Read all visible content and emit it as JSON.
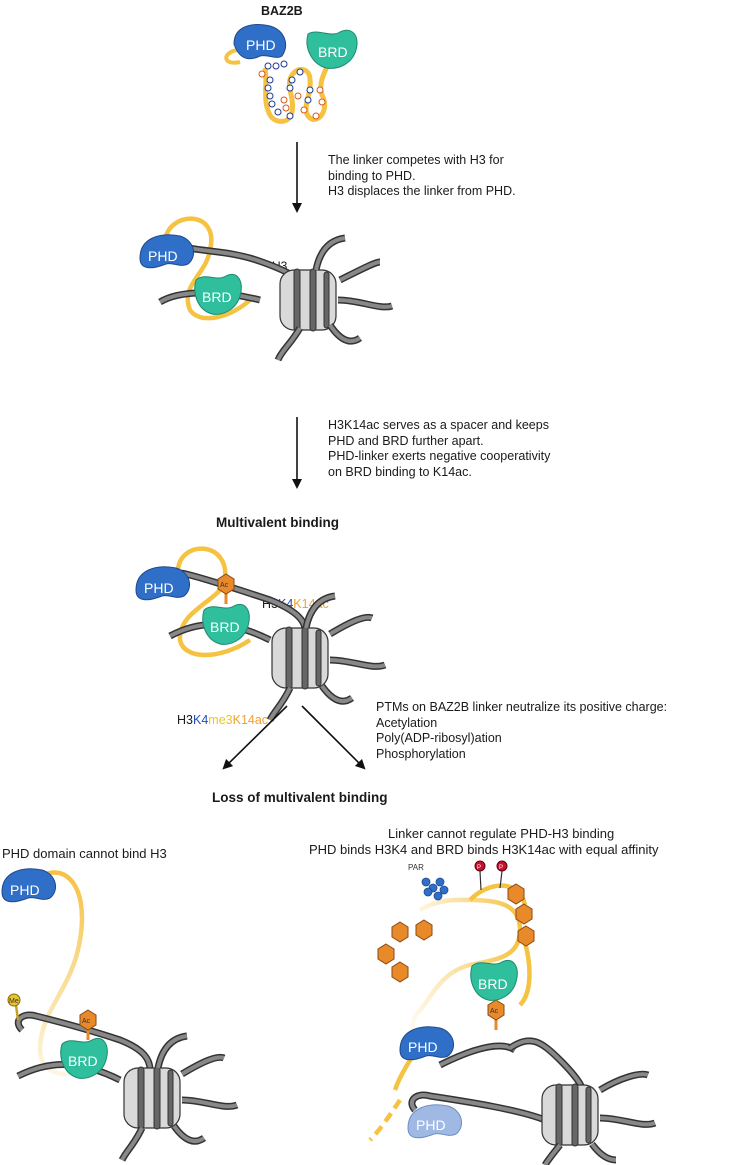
{
  "title": "BAZ2B",
  "step1": [
    "The linker competes with H3 for",
    "binding to PHD.",
    "H3 displaces the linker from PHD."
  ],
  "step2": [
    "H3K14ac serves as a spacer and keeps",
    "PHD and BRD further apart.",
    "PHD-linker exerts negative cooperativity",
    "on BRD binding to K14ac."
  ],
  "multivalent_heading": "Multivalent binding",
  "ptm_text": [
    "PTMs on BAZ2B linker neutralize its positive charge:",
    "Acetylation",
    "Poly(ADP-ribosyl)ation",
    "Phosphorylation"
  ],
  "left_mark": {
    "prefix": "H3",
    "k4": "K4",
    "me3": "me3",
    "k14ac": "K14ac"
  },
  "mid_mark": {
    "prefix": "H3",
    "k4": "K4",
    "k14ac": "K14ac"
  },
  "h3_label": "H3",
  "loss_heading": "Loss of multivalent binding",
  "left_caption": "PHD domain cannot bind H3",
  "right_caption": [
    "Linker cannot regulate PHD-H3 binding",
    "PHD binds H3K4 and BRD binds H3K14ac with equal affinity"
  ],
  "domains": {
    "phd": "PHD",
    "brd": "BRD",
    "ac": "Ac",
    "me": "Me",
    "p": "P",
    "par": "PAR"
  },
  "colors": {
    "phd": "#2f6fc8",
    "brd": "#2fbf9c",
    "linker": "#f5c242",
    "histone": "#555555",
    "nucleosome": "#d9d9d9",
    "acetyl": "#e8892a",
    "phospho": "#c8102e"
  }
}
